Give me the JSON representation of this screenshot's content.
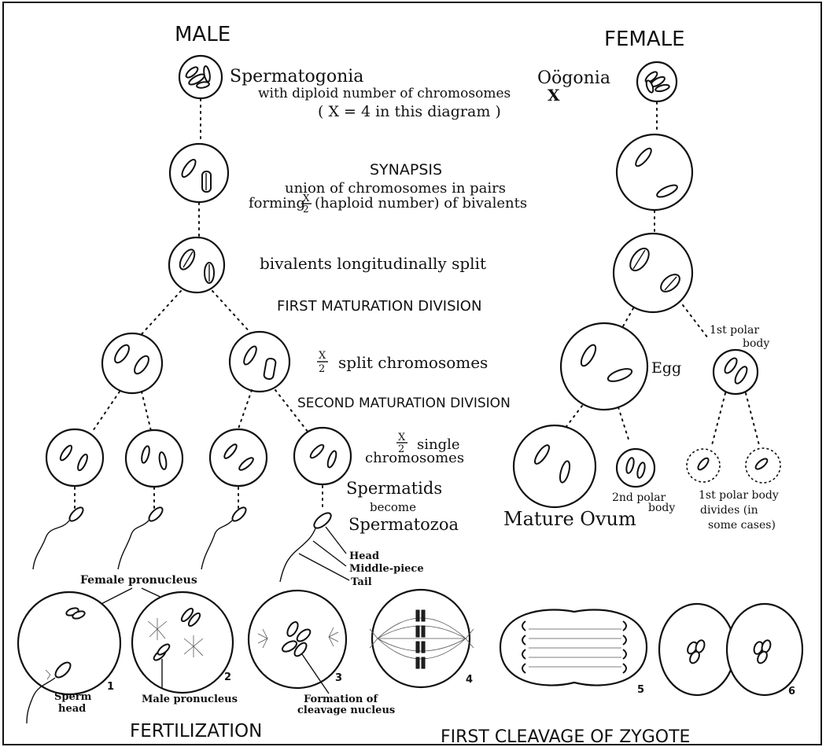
{
  "headers": {
    "male": "MALE",
    "female": "FEMALE"
  },
  "male": {
    "spermatogonia": "Spermatogonia",
    "diploid_line1": "with diploid number of chromosomes",
    "diploid_x": "X",
    "diploid_line2": "( X = 4 in this diagram )",
    "synapsis_title": "SYNAPSIS",
    "synapsis_line1": "union of chromosomes in pairs",
    "synapsis_line2_pre": "forming",
    "synapsis_frac_num": "X",
    "synapsis_frac_den": "2",
    "synapsis_line2_post": "(haploid number) of bivalents",
    "bivalents": "bivalents longitudinally split",
    "first_div": "FIRST MATURATION DIVISION",
    "split_frac_num": "X",
    "split_frac_den": "2",
    "split_text": "split chromosomes",
    "second_div": "SECOND MATURATION DIVISION",
    "single_frac_num": "X",
    "single_frac_den": "2",
    "single_text": "single",
    "chromosomes_text": "chromosomes",
    "spermatids": "Spermatids",
    "become": "become",
    "spermatozoa": "Spermatozoa",
    "head": "Head",
    "middle_piece": "Middle-piece",
    "tail": "Tail"
  },
  "female": {
    "oogonia": "Oögonia",
    "egg": "Egg",
    "first_polar_1": "1st polar",
    "first_polar_2": "body",
    "second_polar_1": "2nd polar",
    "second_polar_2": "body",
    "mature_ovum": "Mature Ovum",
    "divides_1": "1st polar body",
    "divides_2": "divides (in",
    "divides_3": "some cases)"
  },
  "bottom": {
    "female_pronucleus": "Female pronucleus",
    "sperm_head_1": "Sperm",
    "sperm_head_2": "head",
    "male_pronucleus": "Male pronucleus",
    "formation_1": "Formation of",
    "formation_2": "cleavage nucleus",
    "n1": "1",
    "n2": "2",
    "n3": "3",
    "n4": "4",
    "n5": "5",
    "n6": "6",
    "fertilization": "FERTILIZATION",
    "first_cleavage": "FIRST CLEAVAGE OF ZYGOTE"
  }
}
